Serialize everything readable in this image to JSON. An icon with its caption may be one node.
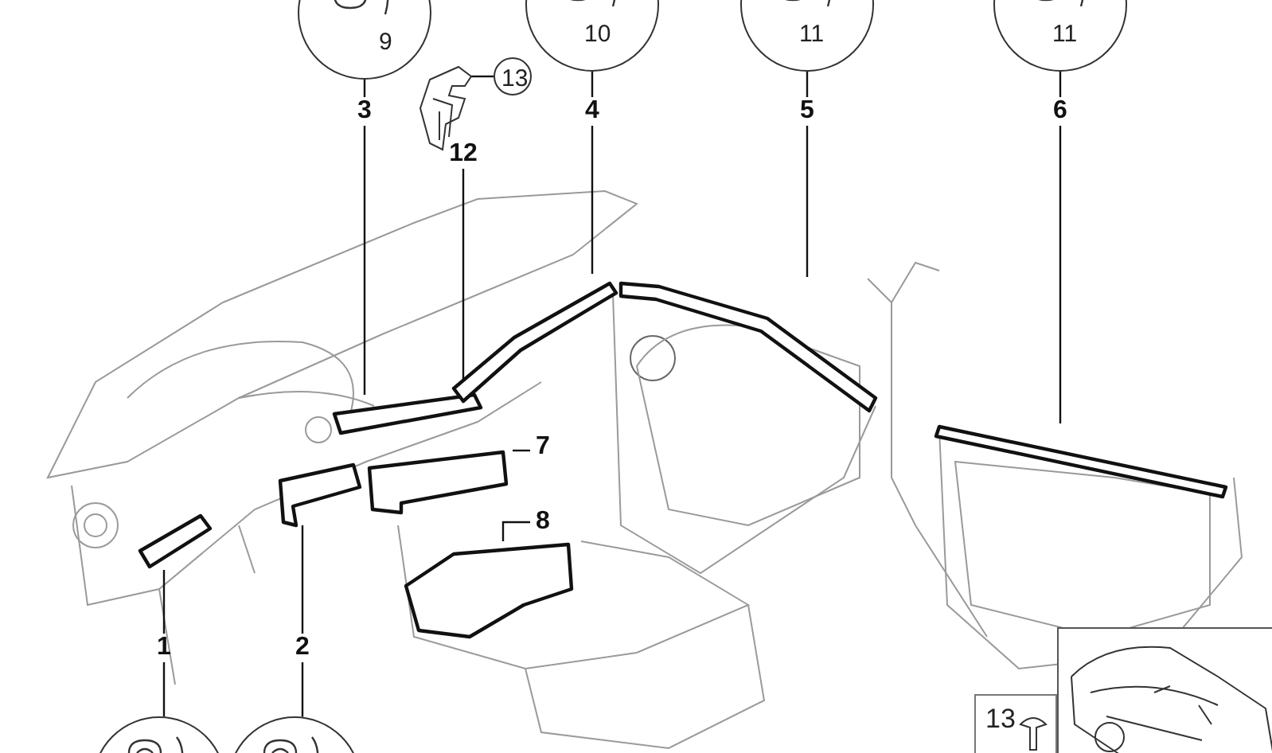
{
  "diagram": {
    "nodes": [
      {
        "text": [
          "9"
        ]
      },
      {
        "text": [
          "3"
        ]
      },
      {
        "text": [
          "10"
        ]
      },
      {
        "text": [
          "4"
        ]
      },
      {
        "text": [
          "11"
        ]
      },
      {
        "text": [
          "5"
        ]
      },
      {
        "text": [
          "11"
        ]
      },
      {
        "text": [
          "6"
        ]
      },
      {
        "text": [],
        "shape": "picture"
      },
      {
        "text": [
          "13"
        ]
      },
      {
        "text": [
          "12"
        ]
      },
      {
        "text": [
          "7"
        ]
      },
      {
        "text": [
          "8"
        ]
      },
      {
        "text": [
          "1"
        ]
      },
      {
        "text": [
          "2"
        ]
      },
      {
        "text": [],
        "shape": "circle"
      },
      {
        "text": [],
        "shape": "circle"
      },
      {
        "text": [
          "13"
        ]
      },
      {
        "text": [],
        "shape": "picture"
      },
      {
        "text": [],
        "shape": "bar"
      },
      {
        "text": [],
        "shape": "bar"
      },
      {
        "text": [],
        "shape": "bar"
      },
      {
        "text": [],
        "shape": "bar"
      },
      {
        "text": [],
        "shape": "bar"
      },
      {
        "text": [],
        "shape": "bar"
      },
      {
        "text": [],
        "shape": "bar"
      },
      {
        "text": [],
        "shape": "bar"
      }
    ],
    "edges": [
      {
        "from": 0,
        "to": 1,
        "arrow": "none"
      },
      {
        "from": 1,
        "to": 21,
        "arrow": "none"
      },
      {
        "from": 2,
        "to": 3,
        "arrow": "none"
      },
      {
        "from": 3,
        "to": 22,
        "arrow": "none"
      },
      {
        "from": 4,
        "to": 5,
        "arrow": "none"
      },
      {
        "from": 5,
        "to": 23,
        "arrow": "none"
      },
      {
        "from": 6,
        "to": 7,
        "arrow": "none"
      },
      {
        "from": 7,
        "to": 24,
        "arrow": "none"
      },
      {
        "from": 9,
        "to": 8,
        "arrow": "none"
      },
      {
        "from": 10,
        "to": 21,
        "arrow": "none"
      },
      {
        "from": 11,
        "to": 25,
        "arrow": "none"
      },
      {
        "from": 12,
        "to": 26,
        "arrow": "none"
      },
      {
        "from": 19,
        "to": 13,
        "arrow": "none"
      },
      {
        "from": 13,
        "to": 15,
        "arrow": "none"
      },
      {
        "from": 20,
        "to": 14,
        "arrow": "none"
      },
      {
        "from": 14,
        "to": 16,
        "arrow": "none"
      }
    ]
  }
}
